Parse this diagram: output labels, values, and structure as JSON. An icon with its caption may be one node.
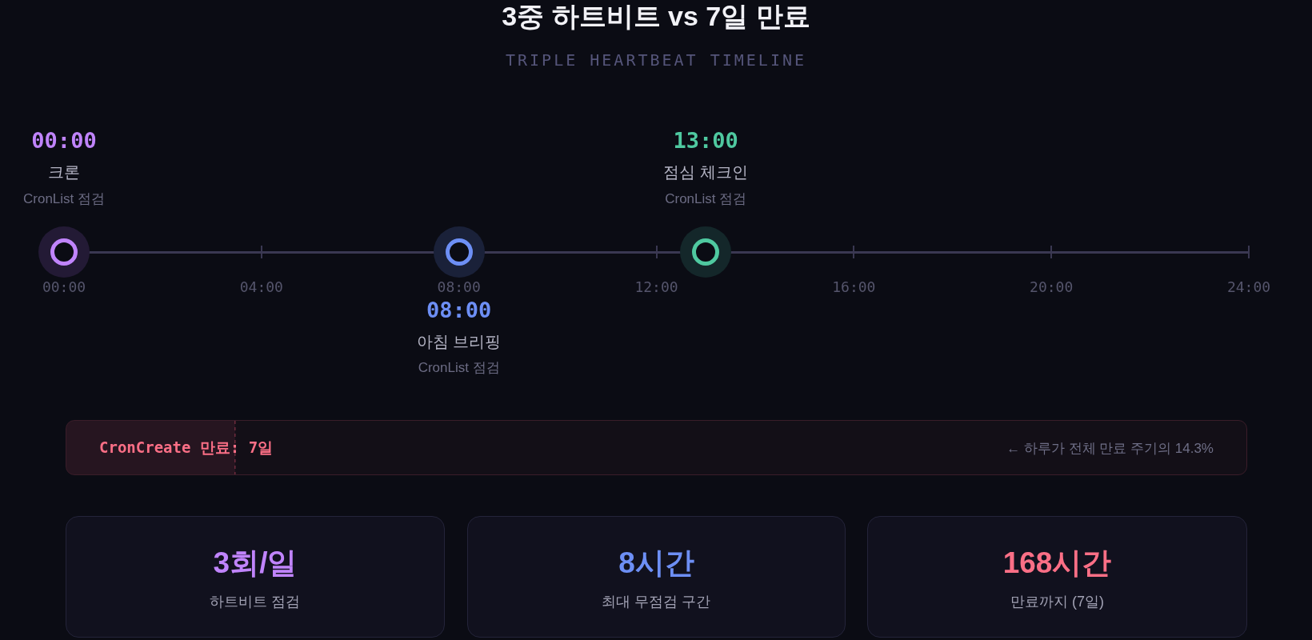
{
  "diagram": {
    "title": "3중 하트비트 vs 7일 만료",
    "nodes": [
      {
        "text": [],
        "shape": "circle",
        "beside": [
          "00:00",
          "크론",
          "CronList 점검"
        ]
      },
      {
        "text": [],
        "shape": "circle",
        "beside": [
          "08:00",
          "아침 브리핑",
          "CronList 점검"
        ]
      },
      {
        "text": [],
        "shape": "circle",
        "beside": [
          "13:00",
          "점심 체크인",
          "CronList 점검"
        ]
      },
      {
        "text": [
          "CronCreate 만료: 7일",
          "← 하루가 전체 만료 주기의 14.3%"
        ]
      },
      {
        "text": [
          "3회/일",
          "하트비트 점검"
        ]
      },
      {
        "text": [
          "8시간",
          "최대 무점검 구간"
        ]
      },
      {
        "text": [
          "168시간",
          "만료까지 (7일)"
        ]
      }
    ],
    "labels": [
      "TRIPLE HEARTBEAT TIMELINE",
      "00:00",
      "04:00",
      "08:00",
      "12:00",
      "16:00",
      "20:00",
      "24:00"
    ]
  }
}
